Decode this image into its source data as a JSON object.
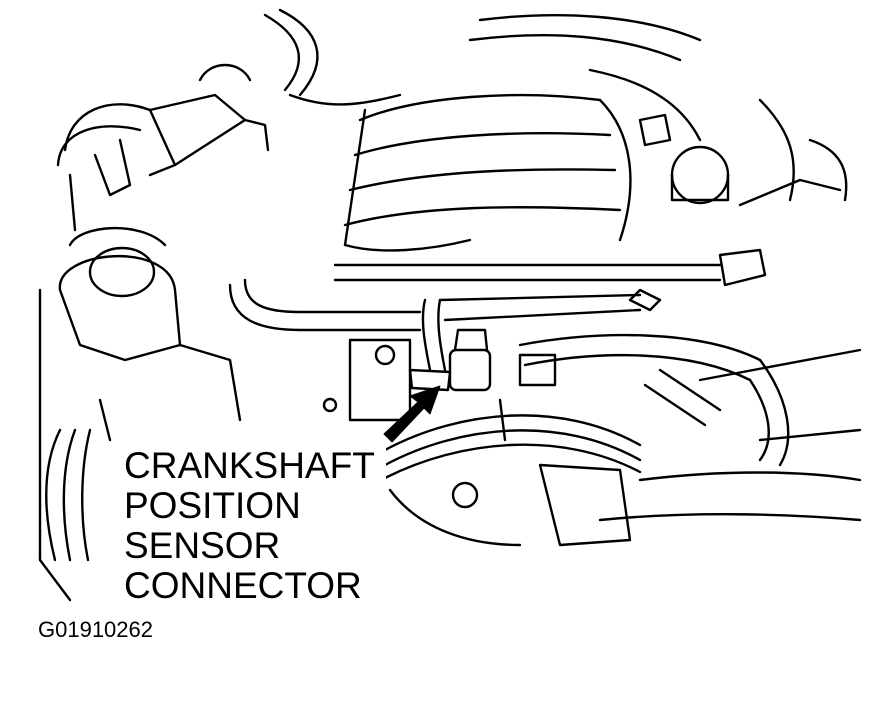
{
  "callout": {
    "lines": [
      "CRANKSHAFT",
      "POSITION",
      "SENSOR",
      "CONNECTOR"
    ]
  },
  "figure_id": "G01910262",
  "colors": {
    "line": "#000000",
    "background": "#ffffff"
  },
  "icons": {
    "pointer": "arrow-icon"
  }
}
